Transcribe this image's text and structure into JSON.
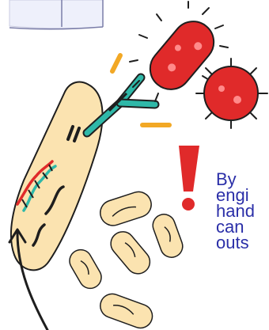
{
  "caption": {
    "lines": [
      "By",
      "engi",
      "hand",
      "can",
      "outs"
    ],
    "color": "#2b2fa8"
  },
  "illustration": {
    "table_card": {
      "fill": "#eef0fb"
    },
    "bacterium_fill": "#fbe3b0",
    "pathogen_fill": "#e02a2a",
    "antibody_color": "#2fb8a8",
    "accent_color": "#f2a825",
    "warning_color": "#e02a2a",
    "dna_colors": [
      "#e02a2a",
      "#2fb8a8"
    ]
  }
}
